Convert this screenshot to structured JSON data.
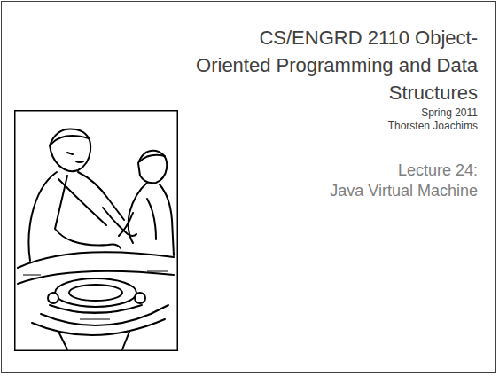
{
  "diagram": {
    "title": "CS/ENGRD 2110 Object-Oriented Programming and Data Structures",
    "labels": [
      "Spring 2011",
      "Thorsten Joachims",
      "Lecture 24:",
      "Java Virtual Machine"
    ]
  }
}
